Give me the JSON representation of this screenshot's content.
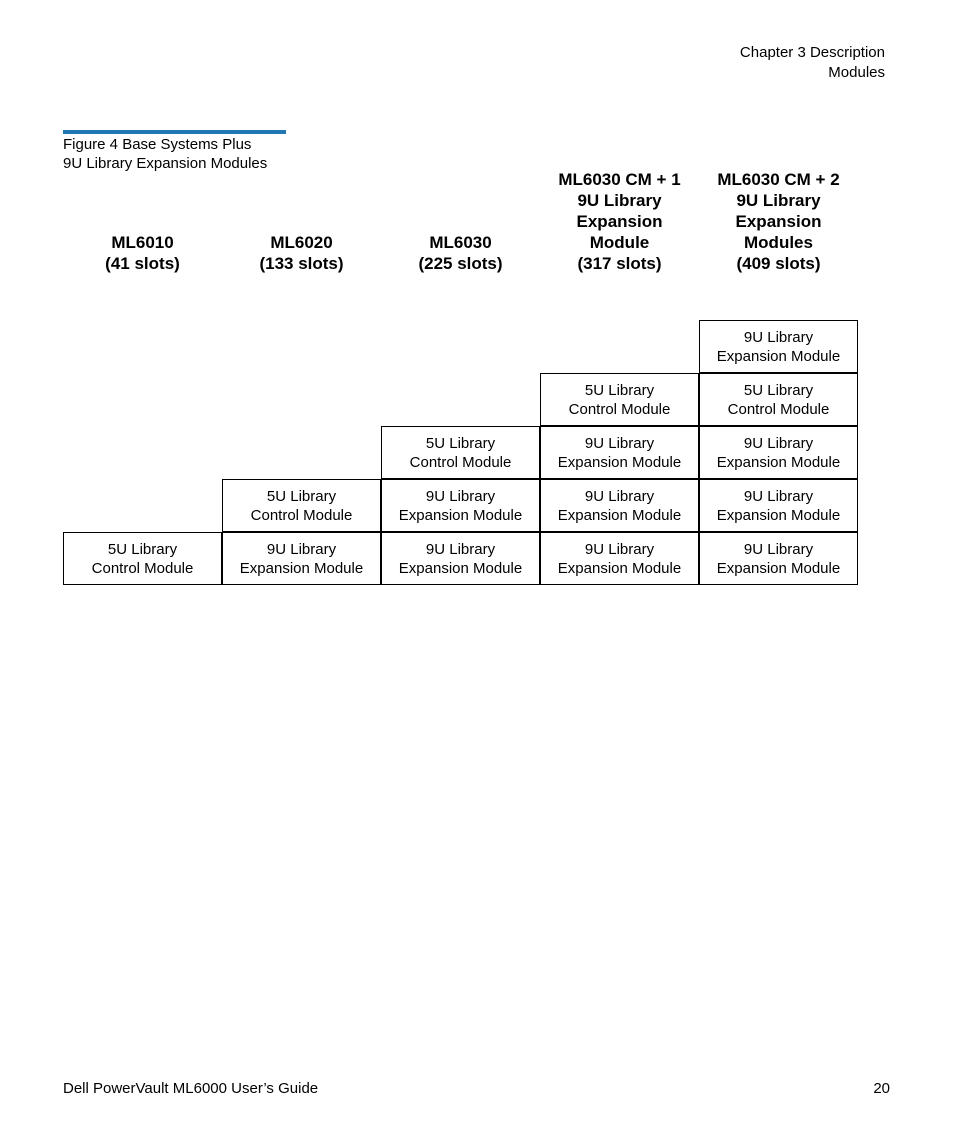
{
  "header": {
    "chapter": "Chapter 3  Description",
    "section": "Modules"
  },
  "figure": {
    "caption_line1": "Figure 4  Base Systems Plus",
    "caption_line2": "9U Library Expansion Modules",
    "rule_color": "#1f77b4"
  },
  "columns": [
    {
      "lines": [
        "ML6010",
        "(41 slots)"
      ]
    },
    {
      "lines": [
        "ML6020",
        "(133 slots)"
      ]
    },
    {
      "lines": [
        "ML6030",
        "(225 slots)"
      ]
    },
    {
      "lines": [
        "ML6030 CM + 1",
        "9U Library",
        "Expansion",
        "Module",
        "(317 slots)"
      ]
    },
    {
      "lines": [
        "ML6030 CM + 2",
        "9U Library",
        "Expansion",
        "Modules",
        "(409 slots)"
      ]
    }
  ],
  "stacks": [
    [
      {
        "line1": "5U Library",
        "line2": "Control Module"
      }
    ],
    [
      {
        "line1": "5U Library",
        "line2": "Control Module"
      },
      {
        "line1": "9U Library",
        "line2": "Expansion Module"
      }
    ],
    [
      {
        "line1": "5U Library",
        "line2": "Control Module"
      },
      {
        "line1": "9U Library",
        "line2": "Expansion Module"
      },
      {
        "line1": "9U Library",
        "line2": "Expansion Module"
      }
    ],
    [
      {
        "line1": "5U Library",
        "line2": "Control Module"
      },
      {
        "line1": "9U Library",
        "line2": "Expansion Module"
      },
      {
        "line1": "9U Library",
        "line2": "Expansion Module"
      },
      {
        "line1": "9U Library",
        "line2": "Expansion Module"
      }
    ],
    [
      {
        "line1": "9U Library",
        "line2": "Expansion Module"
      },
      {
        "line1": "5U Library",
        "line2": "Control Module"
      },
      {
        "line1": "9U Library",
        "line2": "Expansion Module"
      },
      {
        "line1": "9U Library",
        "line2": "Expansion Module"
      },
      {
        "line1": "9U Library",
        "line2": "Expansion Module"
      }
    ]
  ],
  "footer": {
    "title": "Dell PowerVault ML6000 User’s Guide",
    "page_number": "20"
  }
}
